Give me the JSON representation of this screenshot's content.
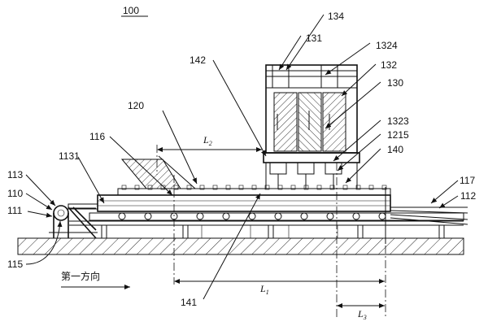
{
  "figure_number": "100",
  "direction_label": "第一方向",
  "labels": {
    "l134": "134",
    "l131": "131",
    "l1324": "1324",
    "l142": "142",
    "l132": "132",
    "l130": "130",
    "l120": "120",
    "l1323": "1323",
    "l116": "116",
    "l1215": "1215",
    "l140": "140",
    "l1131": "1131",
    "l113": "113",
    "l110": "110",
    "l111": "111",
    "l117": "117",
    "l112": "112",
    "l115": "115",
    "l141": "141"
  },
  "dimensions": {
    "L1": "L",
    "L1_sub": "1",
    "L2": "L",
    "L2_sub": "2",
    "L3": "L",
    "L3_sub": "3"
  }
}
